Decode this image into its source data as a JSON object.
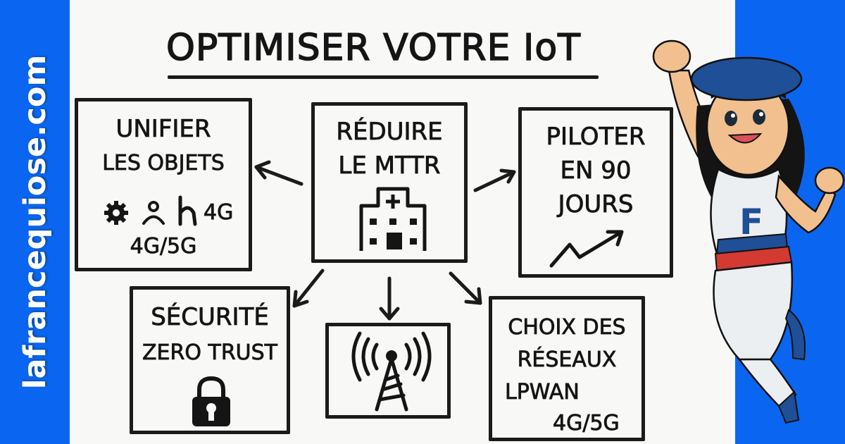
{
  "sidebar": {
    "site_name": "lafrancequiose.com"
  },
  "diagram": {
    "title": "OPTIMISER VOTRE IoT",
    "center": {
      "line1": "RÉDUIRE",
      "line2": "LE MTTR",
      "icon": "hospital-icon"
    },
    "nodes": [
      {
        "id": "unifier",
        "line1": "UNIFIER",
        "line2": "LES OBJETS",
        "line3": "4G",
        "line4": "4G/5G",
        "icons": [
          "gear-icon",
          "person-icon",
          "signal-h-icon"
        ]
      },
      {
        "id": "piloter",
        "line1": "PILOTER",
        "line2": "EN 90",
        "line3": "JOURS",
        "icon": "trend-up-arrow-icon"
      },
      {
        "id": "securite",
        "line1": "SÉCURITÉ",
        "line2": "ZERO TRUST",
        "icon": "padlock-icon"
      },
      {
        "id": "antenne",
        "icon": "radio-tower-icon"
      },
      {
        "id": "reseaux",
        "line1": "CHOIX DES",
        "line2": "RÉSEAUX",
        "line3": "LPWAN",
        "line4": "4G/5G"
      }
    ],
    "edges": [
      {
        "from": "center",
        "to": "unifier"
      },
      {
        "from": "center",
        "to": "piloter"
      },
      {
        "from": "center",
        "to": "securite"
      },
      {
        "from": "center",
        "to": "antenne"
      },
      {
        "from": "center",
        "to": "reseaux"
      }
    ]
  },
  "mascot": {
    "shirt_letter": "F"
  },
  "colors": {
    "brand_blue": "#0a66f0",
    "ink": "#151515",
    "paper": "#f8f8f7",
    "beret": "#1f4f96",
    "belt_red": "#d23a32"
  }
}
